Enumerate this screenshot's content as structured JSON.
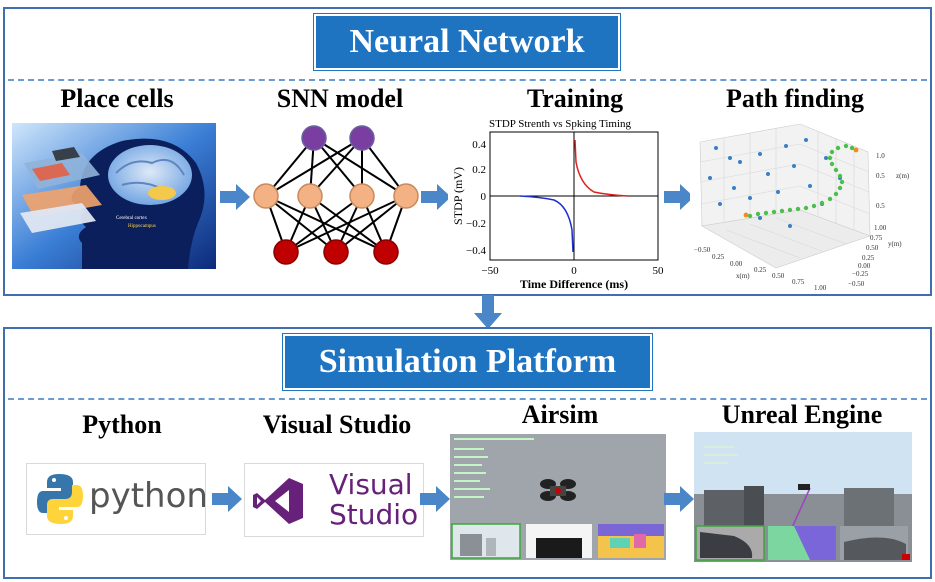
{
  "neural_network": {
    "title": "Neural Network",
    "stages": [
      {
        "label": "Place cells"
      },
      {
        "label": "SNN model"
      },
      {
        "label": "Training"
      },
      {
        "label": "Path finding"
      }
    ],
    "brain_texts": [
      "Cerebral cortex",
      "Hippocampus"
    ],
    "stdp_chart": {
      "title": "STDP Strenth vs Spking Timing",
      "xlabel": "Time Difference (ms)",
      "ylabel": "STDP (mV)",
      "xticks": [
        "−50",
        "0",
        "50"
      ],
      "yticks": [
        "0.4",
        "0.2",
        "0",
        "−0.2",
        "−0.4"
      ]
    },
    "path_plot": {
      "z_ticks": [
        "1.0",
        "0.5",
        "0.5"
      ],
      "z_label": "z(m)",
      "y_ticks": [
        "1.00",
        "0.75",
        "0.50",
        "0.25",
        "0.00",
        "−0.25",
        "−0.50"
      ],
      "y_label": "y(m)",
      "x_ticks": [
        "−0.50",
        "0.25",
        "0.00",
        "0.25",
        "0.50",
        "0.75",
        "1.00"
      ],
      "x_label": "x(m)"
    }
  },
  "simulation_platform": {
    "title": "Simulation Platform",
    "stages": [
      {
        "label": "Python"
      },
      {
        "label": "Visual Studio"
      },
      {
        "label": "Airsim"
      },
      {
        "label": "Unreal Engine"
      }
    ],
    "python_logo_text": "python",
    "vs_logo_text_1": "Visual",
    "vs_logo_text_2": "Studio"
  },
  "colors": {
    "banner_blue": "#1f74c2",
    "arrow_blue": "#4a86c8",
    "neuron_purple": "#7a3ea0",
    "neuron_peach": "#f4b183",
    "neuron_red": "#c00000",
    "vs_purple": "#68217a"
  }
}
